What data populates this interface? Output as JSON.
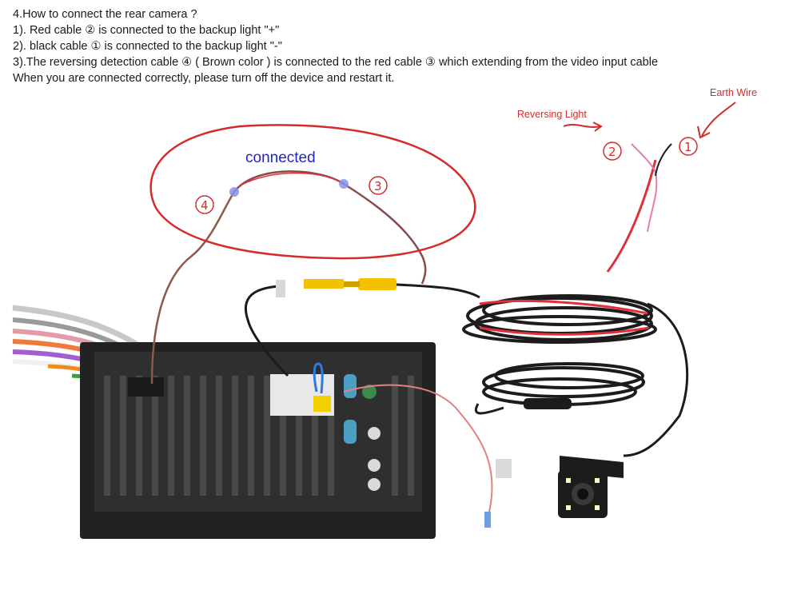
{
  "instructions": {
    "heading": "4.How to connect the rear camera ?",
    "line1": "1). Red cable ② is connected to the backup light \"+\"",
    "line2": "2). black cable ① is connected to the backup light \"-\"",
    "line3": "3).The reversing detection cable ④ ( Brown color )  is connected to the red cable ③ which extending from the video input cable",
    "line4": "When you are connected correctly, please turn off the device and restart it."
  },
  "annotations": {
    "earth_wire": "Earth Wire",
    "reversing_light": "Reversing Light",
    "connected": "connected",
    "marker_1": "1",
    "marker_2": "2",
    "marker_3": "3",
    "marker_4": "4"
  },
  "colors": {
    "annotation_red": "#d42b2b",
    "annotation_blue": "#1f25c8",
    "brown_cable": "#8a5a4a",
    "red_cable": "#e0303a",
    "yellow_connector": "#f2c200",
    "unit_body": "#2b2b2b"
  }
}
